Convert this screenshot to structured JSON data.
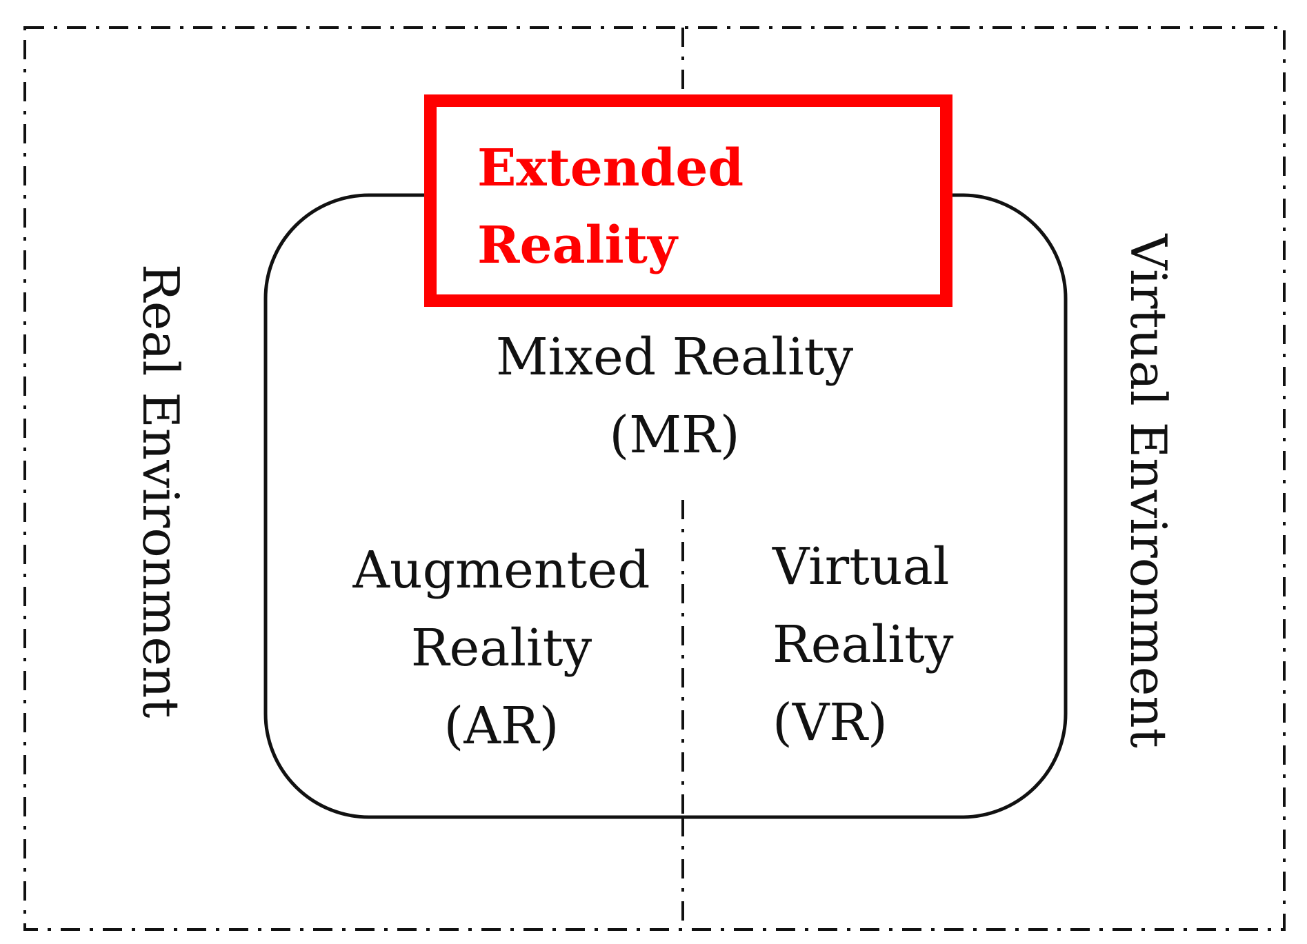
{
  "colors": {
    "line": "#111111",
    "accent": "#ff0000",
    "background": "#ffffff"
  },
  "outer_frame": {
    "left_region_label": "Real Environment",
    "right_region_label": "Virtual Environment"
  },
  "extended_reality": {
    "line1": "Extended",
    "line2": "Reality"
  },
  "mixed_reality": {
    "line1": "Mixed Reality",
    "line2": "(MR)"
  },
  "augmented_reality": {
    "line1": "Augmented",
    "line2": "Reality",
    "line3": "(AR)"
  },
  "virtual_reality": {
    "line1": "Virtual",
    "line2": "Reality",
    "line3": "(VR)"
  }
}
